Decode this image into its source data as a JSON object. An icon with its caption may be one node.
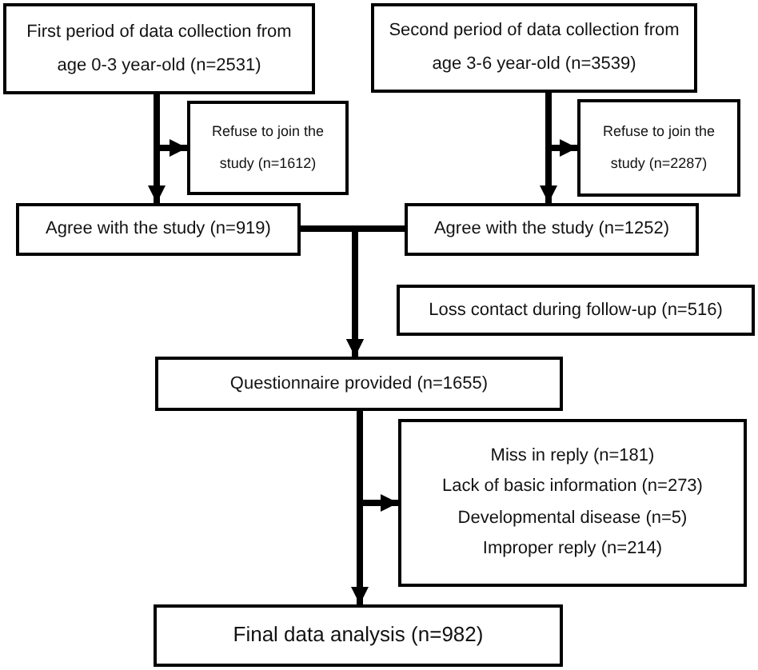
{
  "diagram": {
    "nodes": [
      {
        "text": [
          "First period of data collection from age 0-3 year-old (n=2531)"
        ]
      },
      {
        "text": [
          "Second period of data collection from age 3-6 year-old (n=3539)"
        ]
      },
      {
        "text": [
          "Refuse to join the study (n=1612)"
        ]
      },
      {
        "text": [
          "Refuse to join the study (n=2287)"
        ]
      },
      {
        "text": [
          "Agree with the study (n=919)"
        ]
      },
      {
        "text": [
          "Agree with the study (n=1252)"
        ]
      },
      {
        "text": [
          "Loss contact during follow-up (n=516)"
        ]
      },
      {
        "text": [
          "Questionnaire provided (n=1655)"
        ]
      },
      {
        "text": [
          "Miss in reply (n=181)",
          "Lack of basic information (n=273)",
          "Developmental disease (n=5)",
          "Improper reply (n=214)"
        ]
      },
      {
        "text": [
          "Final data analysis (n=982)"
        ]
      }
    ],
    "edges": [
      {
        "from": 0,
        "to": 4,
        "arrow": "to"
      },
      {
        "from": 0,
        "to": 2,
        "arrow": "to"
      },
      {
        "from": 1,
        "to": 5,
        "arrow": "to"
      },
      {
        "from": 1,
        "to": 3,
        "arrow": "to"
      },
      {
        "from": 4,
        "to": 7,
        "arrow": "to"
      },
      {
        "from": 5,
        "to": 7,
        "arrow": "to"
      },
      {
        "from": 7,
        "to": 9,
        "arrow": "to"
      },
      {
        "from": 7,
        "to": 8,
        "arrow": "to"
      }
    ]
  }
}
